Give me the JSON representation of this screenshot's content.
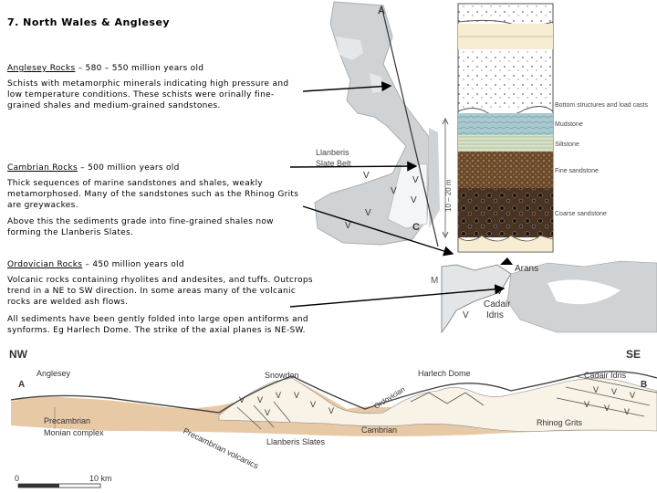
{
  "title": "7. North Wales & Anglesey",
  "anglesey": {
    "heading": "Anglesey Rocks",
    "heading_rest": " – 580 – 550 million years old",
    "body": "Schists with metamorphic minerals indicating high pressure and low temperature conditions. These schists were orinally fine-grained shales and medium-grained sandstones."
  },
  "cambrian": {
    "heading": "Cambrian Rocks",
    "heading_rest": " – 500 million years old",
    "body1": "Thick sequences of marine sandstones and shales, weakly metamorphosed. Many of the sandstones such as the Rhinog Grits are greywackes.",
    "body2": "Above this the sediments grade into fine-grained shales now forming the Llanberis Slates."
  },
  "ordovician": {
    "heading": "Ordovician Rocks",
    "heading_rest": " – 450 million years old",
    "body1": "Volcanic rocks containing rhyolites and andesites, and tuffs. Outcrops trend in a NE to SW direction. In some areas many of the volcanic rocks are welded ash flows.",
    "body2": "All sediments have been gently folded into large open antiforms and synforms. Eg Harlech Dome. The strike of the axial planes is NE-SW."
  },
  "map": {
    "label_a": "A",
    "label_c": "C",
    "label_m": "M",
    "belt": "Llanberis\nSlate Belt",
    "belt_line1": "Llanberis",
    "belt_line2": "Slate Belt",
    "arans": "Arans",
    "cadair": "Cadair",
    "idris": "Idris",
    "v": "V"
  },
  "column": {
    "scale_label": "10 – 20 m",
    "legend": [
      "Bottom structures and load casts",
      "Mudstone",
      "Siltstone",
      "Fine sandstone",
      "Coarse sandstone"
    ]
  },
  "section": {
    "nw": "NW",
    "se": "SE",
    "a": "A",
    "b": "B",
    "labels": [
      "Anglesey",
      "Snowdon",
      "Ordovician",
      "Harlech Dome",
      "Cadair Idris",
      "Precambrian",
      "Monian complex",
      "Precambrian volcanics",
      "Llanberis Slates",
      "Cambrian",
      "Rhinog Grits"
    ],
    "scale_zero": "0",
    "scale_ten": "10 km"
  },
  "colors": {
    "map_grey": "#cfd3d6",
    "land_tan": "#e8c9a6",
    "sandstone_brown": "#6b4a2c",
    "mudstone_blue": "#a9c9cf"
  }
}
